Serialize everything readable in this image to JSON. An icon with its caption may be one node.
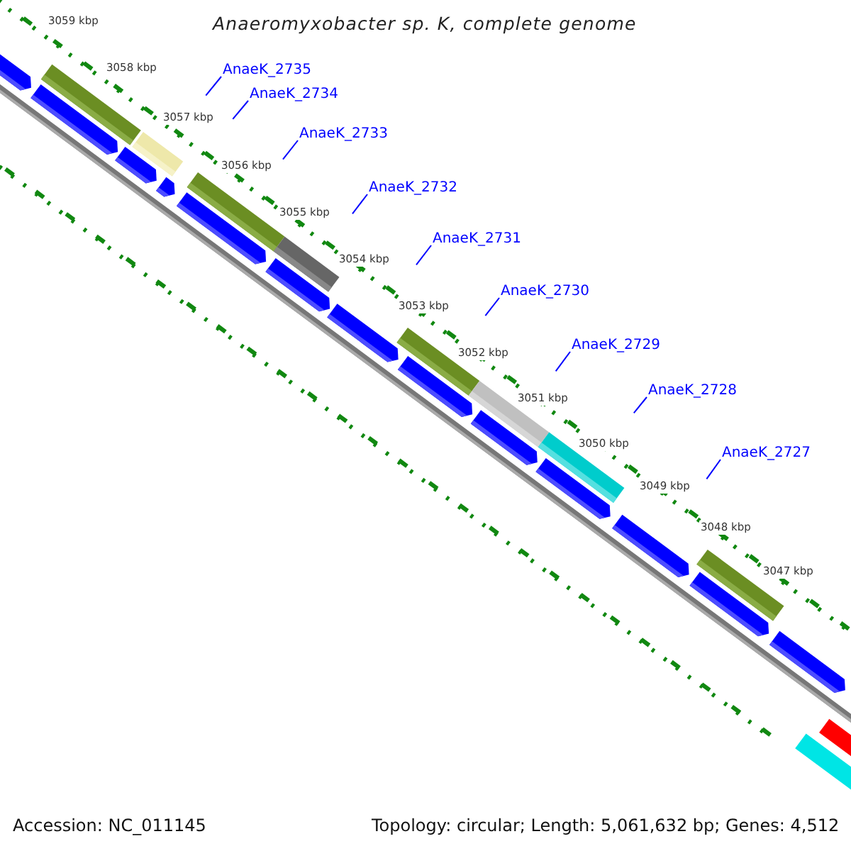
{
  "diagram": {
    "title": "Anaeromyxobacter sp. K, complete genome",
    "nodes": [
      {
        "text": [
          "AnaeK_2735"
        ]
      },
      {
        "text": [
          "AnaeK_2734"
        ]
      },
      {
        "text": [
          "AnaeK_2733"
        ]
      },
      {
        "text": [
          "AnaeK_2732"
        ]
      },
      {
        "text": [
          "AnaeK_2731"
        ]
      },
      {
        "text": [
          "AnaeK_2730"
        ]
      },
      {
        "text": [
          "AnaeK_2729"
        ]
      },
      {
        "text": [
          "AnaeK_2728"
        ]
      },
      {
        "text": [
          "AnaeK_2727"
        ]
      }
    ],
    "edges": [
      {
        "from": 0,
        "to": null,
        "arrow": "none"
      },
      {
        "from": 1,
        "to": null,
        "arrow": "none"
      },
      {
        "from": 2,
        "to": null,
        "arrow": "none"
      },
      {
        "from": 3,
        "to": null,
        "arrow": "none"
      },
      {
        "from": 4,
        "to": null,
        "arrow": "none"
      },
      {
        "from": 5,
        "to": null,
        "arrow": "none"
      },
      {
        "from": 6,
        "to": null,
        "arrow": "none"
      },
      {
        "from": 7,
        "to": null,
        "arrow": "none"
      },
      {
        "from": 8,
        "to": null,
        "arrow": "none"
      }
    ],
    "labels": [
      "3059 kbp",
      "3058 kbp",
      "3057 kbp",
      "3056 kbp",
      "3055 kbp",
      "3054 kbp",
      "3053 kbp",
      "3052 kbp",
      "3051 kbp",
      "3050 kbp",
      "3049 kbp",
      "3048 kbp",
      "3047 kbp",
      "Accession: NC_011145",
      "Topology: circular; Length: 5,061,632 bp; Genes: 4,512"
    ]
  }
}
